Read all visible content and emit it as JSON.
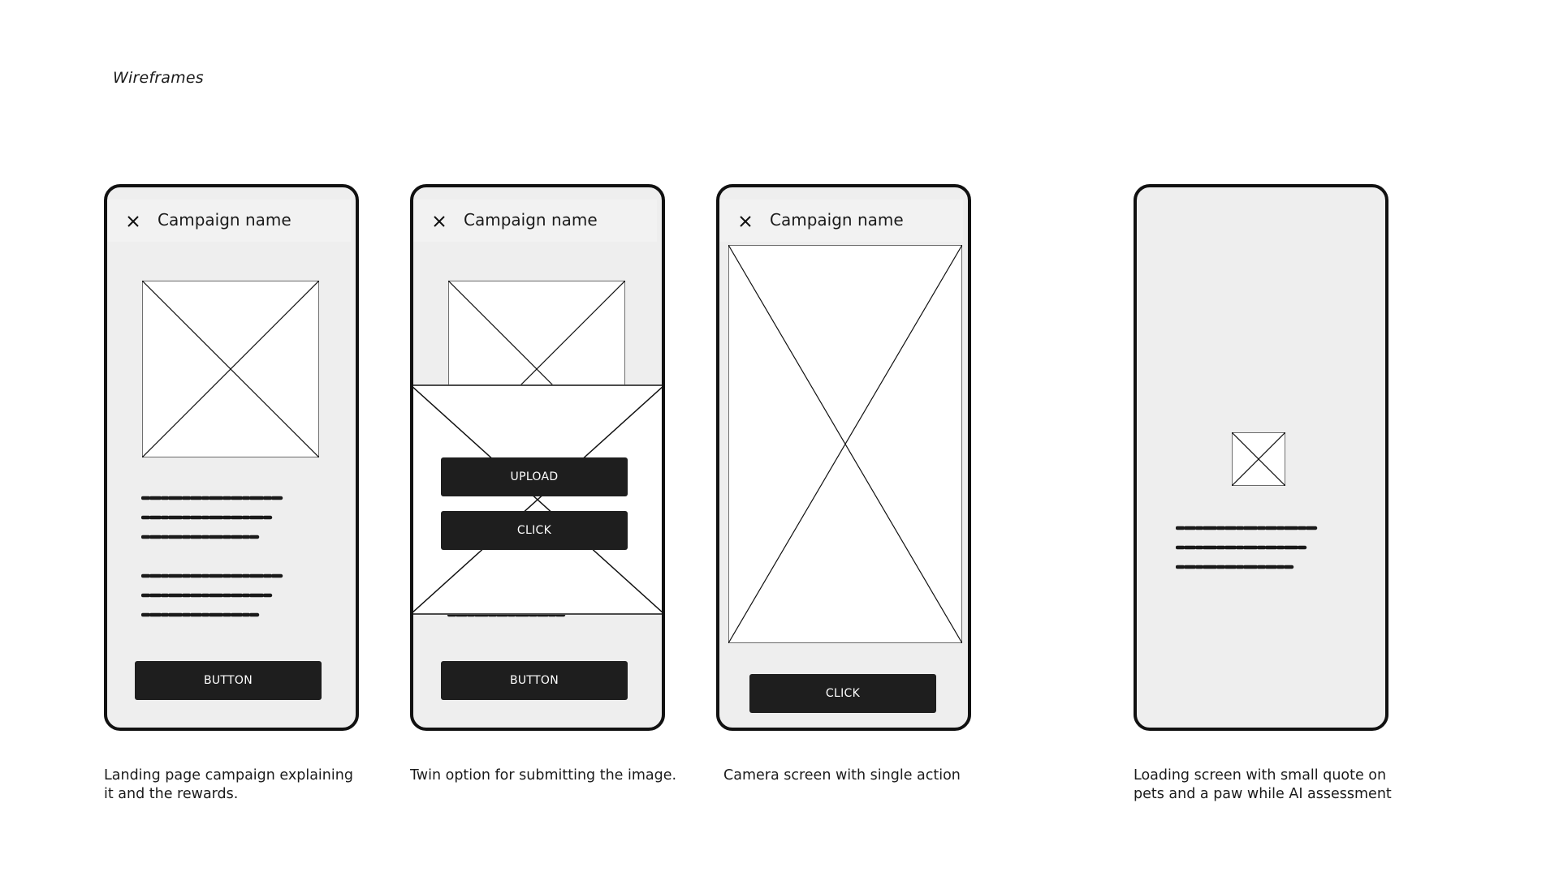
{
  "page": {
    "heading": "Wireframes"
  },
  "screens": [
    {
      "header_title": "Campaign name",
      "button_label": "BUTTON",
      "caption_line1": "Landing page campaign explaining",
      "caption_line2": "it and the rewards."
    },
    {
      "header_title": "Campaign name",
      "upload_label": "UPLOAD",
      "click_label": "CLICK",
      "button_label": "BUTTON",
      "caption_line1": "Twin option for submitting the image.",
      "caption_line2": ""
    },
    {
      "header_title": "Campaign name",
      "click_label": "CLICK",
      "caption_line1": "Camera screen with single action",
      "caption_line2": ""
    },
    {
      "caption_line1": "Loading screen with small quote on",
      "caption_line2": "pets and a paw while AI assessment"
    }
  ],
  "icons": {
    "close": "close-icon",
    "placeholder": "image-placeholder-icon"
  },
  "colors": {
    "phone_fill": "#eeeeee",
    "button_fill": "#1e1e1e",
    "outline": "#111111"
  }
}
